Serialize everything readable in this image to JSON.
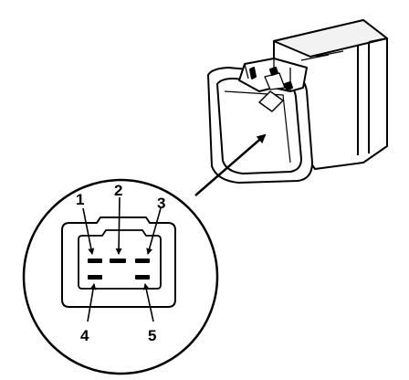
{
  "diagram": {
    "pin_labels": [
      "1",
      "2",
      "3",
      "4",
      "5"
    ],
    "colors": {
      "line": "#000000",
      "background": "#ffffff"
    }
  }
}
